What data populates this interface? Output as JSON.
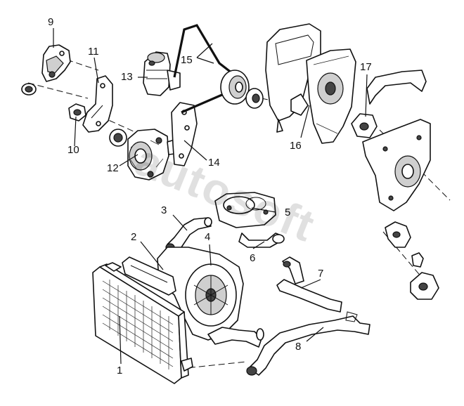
{
  "diagram": {
    "watermark": "autosoft",
    "callouts": [
      {
        "id": "c1",
        "label": "1"
      },
      {
        "id": "c2",
        "label": "2"
      },
      {
        "id": "c3",
        "label": "3"
      },
      {
        "id": "c4",
        "label": "4"
      },
      {
        "id": "c5",
        "label": "5"
      },
      {
        "id": "c6",
        "label": "6"
      },
      {
        "id": "c7",
        "label": "7"
      },
      {
        "id": "c8",
        "label": "8"
      },
      {
        "id": "c9",
        "label": "9"
      },
      {
        "id": "c10",
        "label": "10"
      },
      {
        "id": "c11",
        "label": "11"
      },
      {
        "id": "c12",
        "label": "12"
      },
      {
        "id": "c13",
        "label": "13"
      },
      {
        "id": "c14",
        "label": "14"
      },
      {
        "id": "c15",
        "label": "15"
      },
      {
        "id": "c16",
        "label": "16"
      },
      {
        "id": "c17",
        "label": "17"
      }
    ]
  }
}
